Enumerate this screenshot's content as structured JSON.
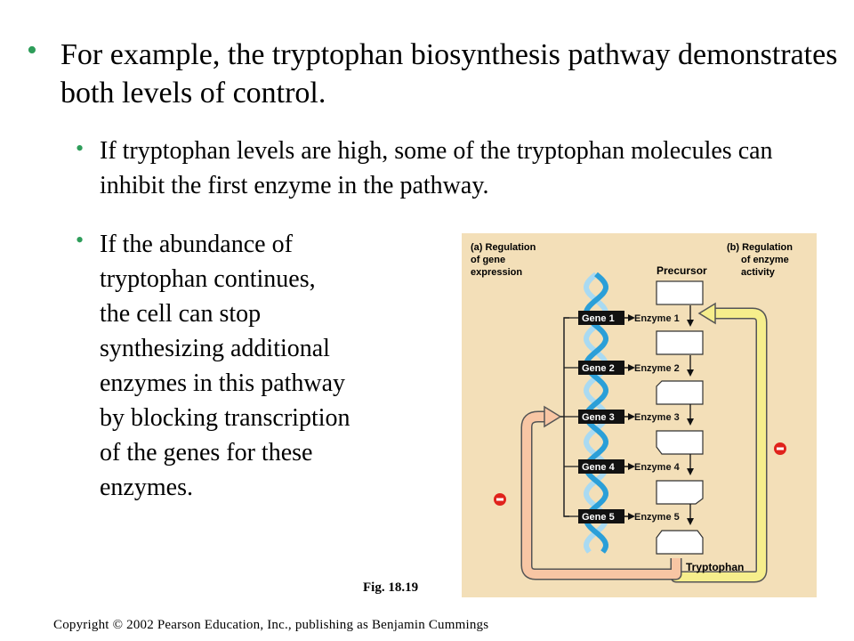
{
  "bullets": {
    "main": "For example, the tryptophan biosynthesis pathway demonstrates both levels of control.",
    "sub1": "If tryptophan levels are high, some of the tryptophan molecules can inhibit the first enzyme in the pathway.",
    "sub2_lines": [
      "If the abundance of",
      "tryptophan continues,",
      "the cell can stop",
      "synthesizing additional",
      "enzymes in this pathway",
      "by blocking transcription",
      "of the genes for these",
      "enzymes."
    ]
  },
  "figure": {
    "caption": "Fig. 18.19",
    "label_a": [
      "(a) Regulation",
      "of gene",
      "expression"
    ],
    "label_b": [
      "(b) Regulation",
      "of enzyme",
      "activity"
    ],
    "precursor": "Precursor",
    "product": "Tryptophan",
    "genes": [
      "Gene 1",
      "Gene 2",
      "Gene 3",
      "Gene 4",
      "Gene 5"
    ],
    "enzymes": [
      "Enzyme 1",
      "Enzyme 2",
      "Enzyme 3",
      "Enzyme 4",
      "Enzyme 5"
    ],
    "inhibition_symbol": "-",
    "colors": {
      "panel": "#f3dfb8",
      "dna_dark": "#2b9fd8",
      "dna_light": "#a9daf2",
      "gene_box": "#111111",
      "left_arrow": "#f8c6a4",
      "right_arrow": "#f6ee8c",
      "minus": "#e0231c"
    }
  },
  "copyright": "Copyright © 2002 Pearson Education, Inc., publishing as Benjamin Cummings"
}
